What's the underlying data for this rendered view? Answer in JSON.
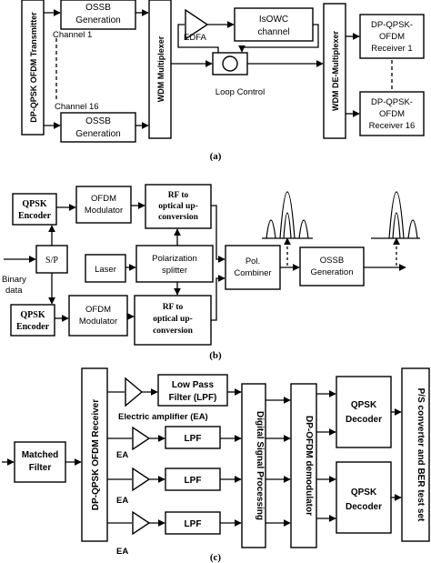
{
  "panel_a": {
    "transmitter": "DP-QPSK OFDM  Transmitter",
    "ossb_top_1": "OSSB",
    "ossb_top_2": "Generation",
    "channel1": "Channel 1",
    "channel16": "Channel 16",
    "ossb_bottom_1": "OSSB",
    "ossb_bottom_2": "Generation",
    "wdm_mux": "WDM Multiplexer",
    "edfa": "EDFA",
    "isowc_1": "IsOWC",
    "isowc_2": "channel",
    "loop_control": "Loop Control",
    "wdm_demux": "WDM DE-Multiplexer",
    "rx1_1": "DP-QPSK-",
    "rx1_2": "OFDM",
    "rx1_3": "Receiver 1",
    "rx16_1": "DP-QPSK-",
    "rx16_2": "OFDM",
    "rx16_3": "Receiver 16",
    "caption": "(a)"
  },
  "panel_b": {
    "qpsk_top_1": "QPSK",
    "qpsk_top_2": "Encoder",
    "ofdm_top_1": "OFDM",
    "ofdm_top_2": "Modulator",
    "rf_top_1": "RF to",
    "rf_top_2": "optical up-",
    "rf_top_3": "conversion",
    "sp": "S/P",
    "laser": "Laser",
    "pol_split_1": "Polarization",
    "pol_split_2": "splitter",
    "binary_1": "Binary",
    "binary_2": "data",
    "pol_comb_1": "Pol.",
    "pol_comb_2": "Combiner",
    "ossb_1": "OSSB",
    "ossb_2": "Generation",
    "qpsk_bot_1": "QPSK",
    "qpsk_bot_2": "Encoder",
    "ofdm_bot_1": "OFDM",
    "ofdm_bot_2": "Modulator",
    "rf_bot_1": "RF to",
    "rf_bot_2": "optical up-",
    "rf_bot_3": "conversion",
    "caption": "(b)"
  },
  "panel_c": {
    "matched_1": "Matched",
    "matched_2": "Filter",
    "receiver": "DP-QPSK OFDM Receiver",
    "lpf_top_1": "Low Pass",
    "lpf_top_2": "Filter (LPF)",
    "ea_label": "Electric amplifier (EA)",
    "ea2": "EA",
    "ea3": "EA",
    "ea4": "EA",
    "lpf2": "LPF",
    "lpf3": "LPF",
    "lpf4": "LPF",
    "dsp": "Digital Signal Processing",
    "demod": "DP-OFDM demodulator",
    "dec1_1": "QPSK",
    "dec1_2": "Decoder",
    "dec2_1": "QPSK",
    "dec2_2": "Decoder",
    "ps": "P/S converter and BER test set",
    "caption": "(c)"
  }
}
